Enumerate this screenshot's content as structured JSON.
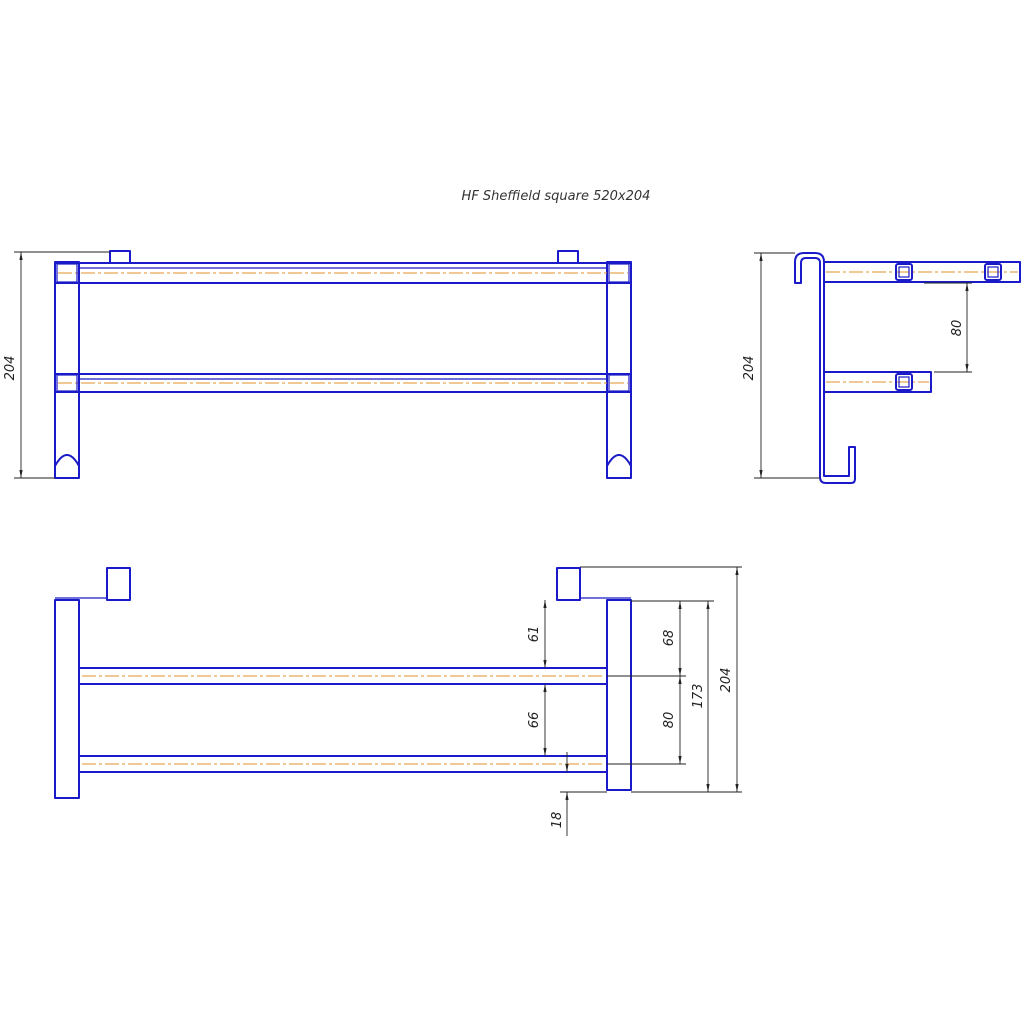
{
  "title": "HF Sheffield square 520x204",
  "colors": {
    "outline": "#1a1ac8",
    "centerline": "#e0902a",
    "dimension": "#222222",
    "background": "#ffffff"
  },
  "dimensions": {
    "front_height": "204",
    "side_height": "204",
    "side_bar_spacing": "80",
    "top_height_total": "204",
    "top_173": "173",
    "top_68": "68",
    "top_80": "80",
    "top_61": "61",
    "top_66": "66",
    "top_18": "18"
  }
}
